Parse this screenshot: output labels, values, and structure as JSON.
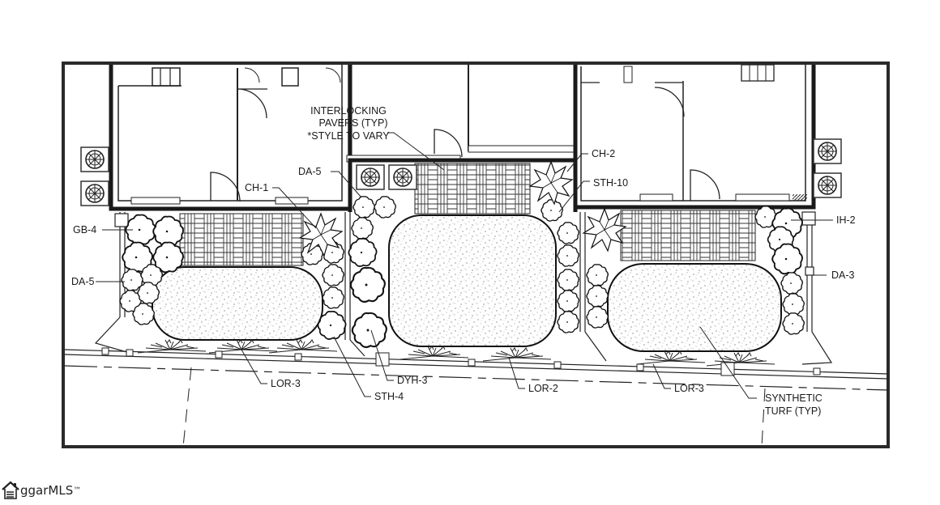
{
  "drawing": {
    "type": "landscape site plan",
    "labels": {
      "pavers_line1": "INTERLOCKING",
      "pavers_line2": "PAVERS (TYP)",
      "pavers_line3": "*STYLE TO VARY",
      "ch1": "CH-1",
      "ch2": "CH-2",
      "da5_top": "DA-5",
      "da5_left": "DA-5",
      "da3": "DA-3",
      "gb4": "GB-4",
      "ih2": "IH-2",
      "sth10": "STH-10",
      "sth4": "STH-4",
      "dyh3": "DYH-3",
      "lor3_left": "LOR-3",
      "lor2": "LOR-2",
      "lor3_right": "LOR-3",
      "turf_line1": "SYNTHETIC",
      "turf_line2": "TURF (TYP)"
    }
  },
  "watermark": {
    "text": "ggarMLS",
    "tm": "™"
  }
}
